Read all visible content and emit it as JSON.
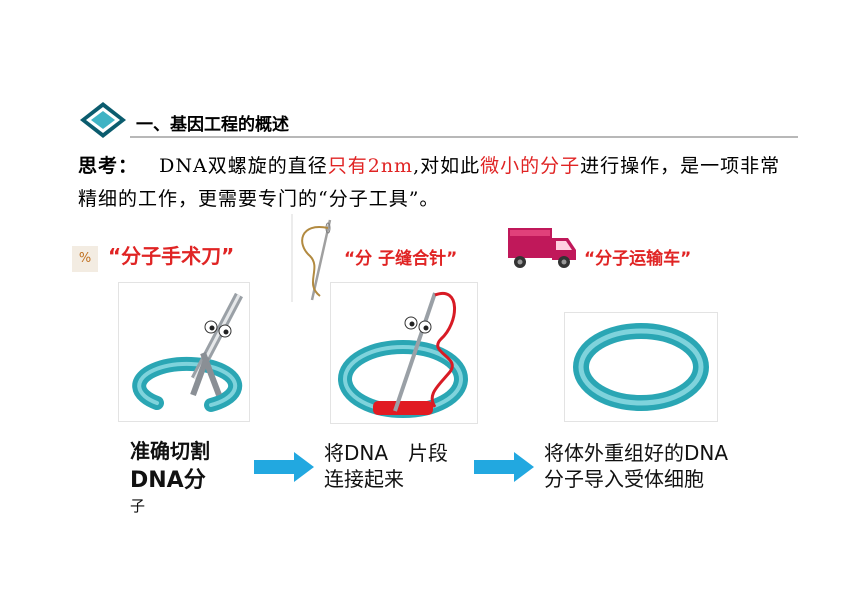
{
  "section": {
    "title": "一、基因工程的概述"
  },
  "intro": {
    "label": "思考：",
    "p1": "DNA双螺旋的直径",
    "h1": "只有2nm",
    "p2": ",对如此",
    "h2": "微小的分子",
    "p3": "进行操作，是一项非常精细的工作，更需要专门的“分子工具”。"
  },
  "tools": [
    {
      "label": "“分子手术刀”",
      "icon": "scissors-icon"
    },
    {
      "label": "“分 子缝合针”",
      "icon": "needle-thread-icon"
    },
    {
      "label": "“分子运输车”",
      "icon": "truck-icon"
    }
  ],
  "percent_mark": "%",
  "steps": [
    {
      "line1": "准确切割",
      "line2": "DNA分",
      "line3": "子"
    },
    {
      "line1": "将DNA　片段",
      "line2": "连接起来"
    },
    {
      "line1": "将体外重组好的DNA",
      "line2": "分子导入受体细胞"
    }
  ],
  "colors": {
    "highlight": "#e02424",
    "ring": "#2aa6b4",
    "arrow": "#22a8e0",
    "truck": "#c0185a"
  }
}
